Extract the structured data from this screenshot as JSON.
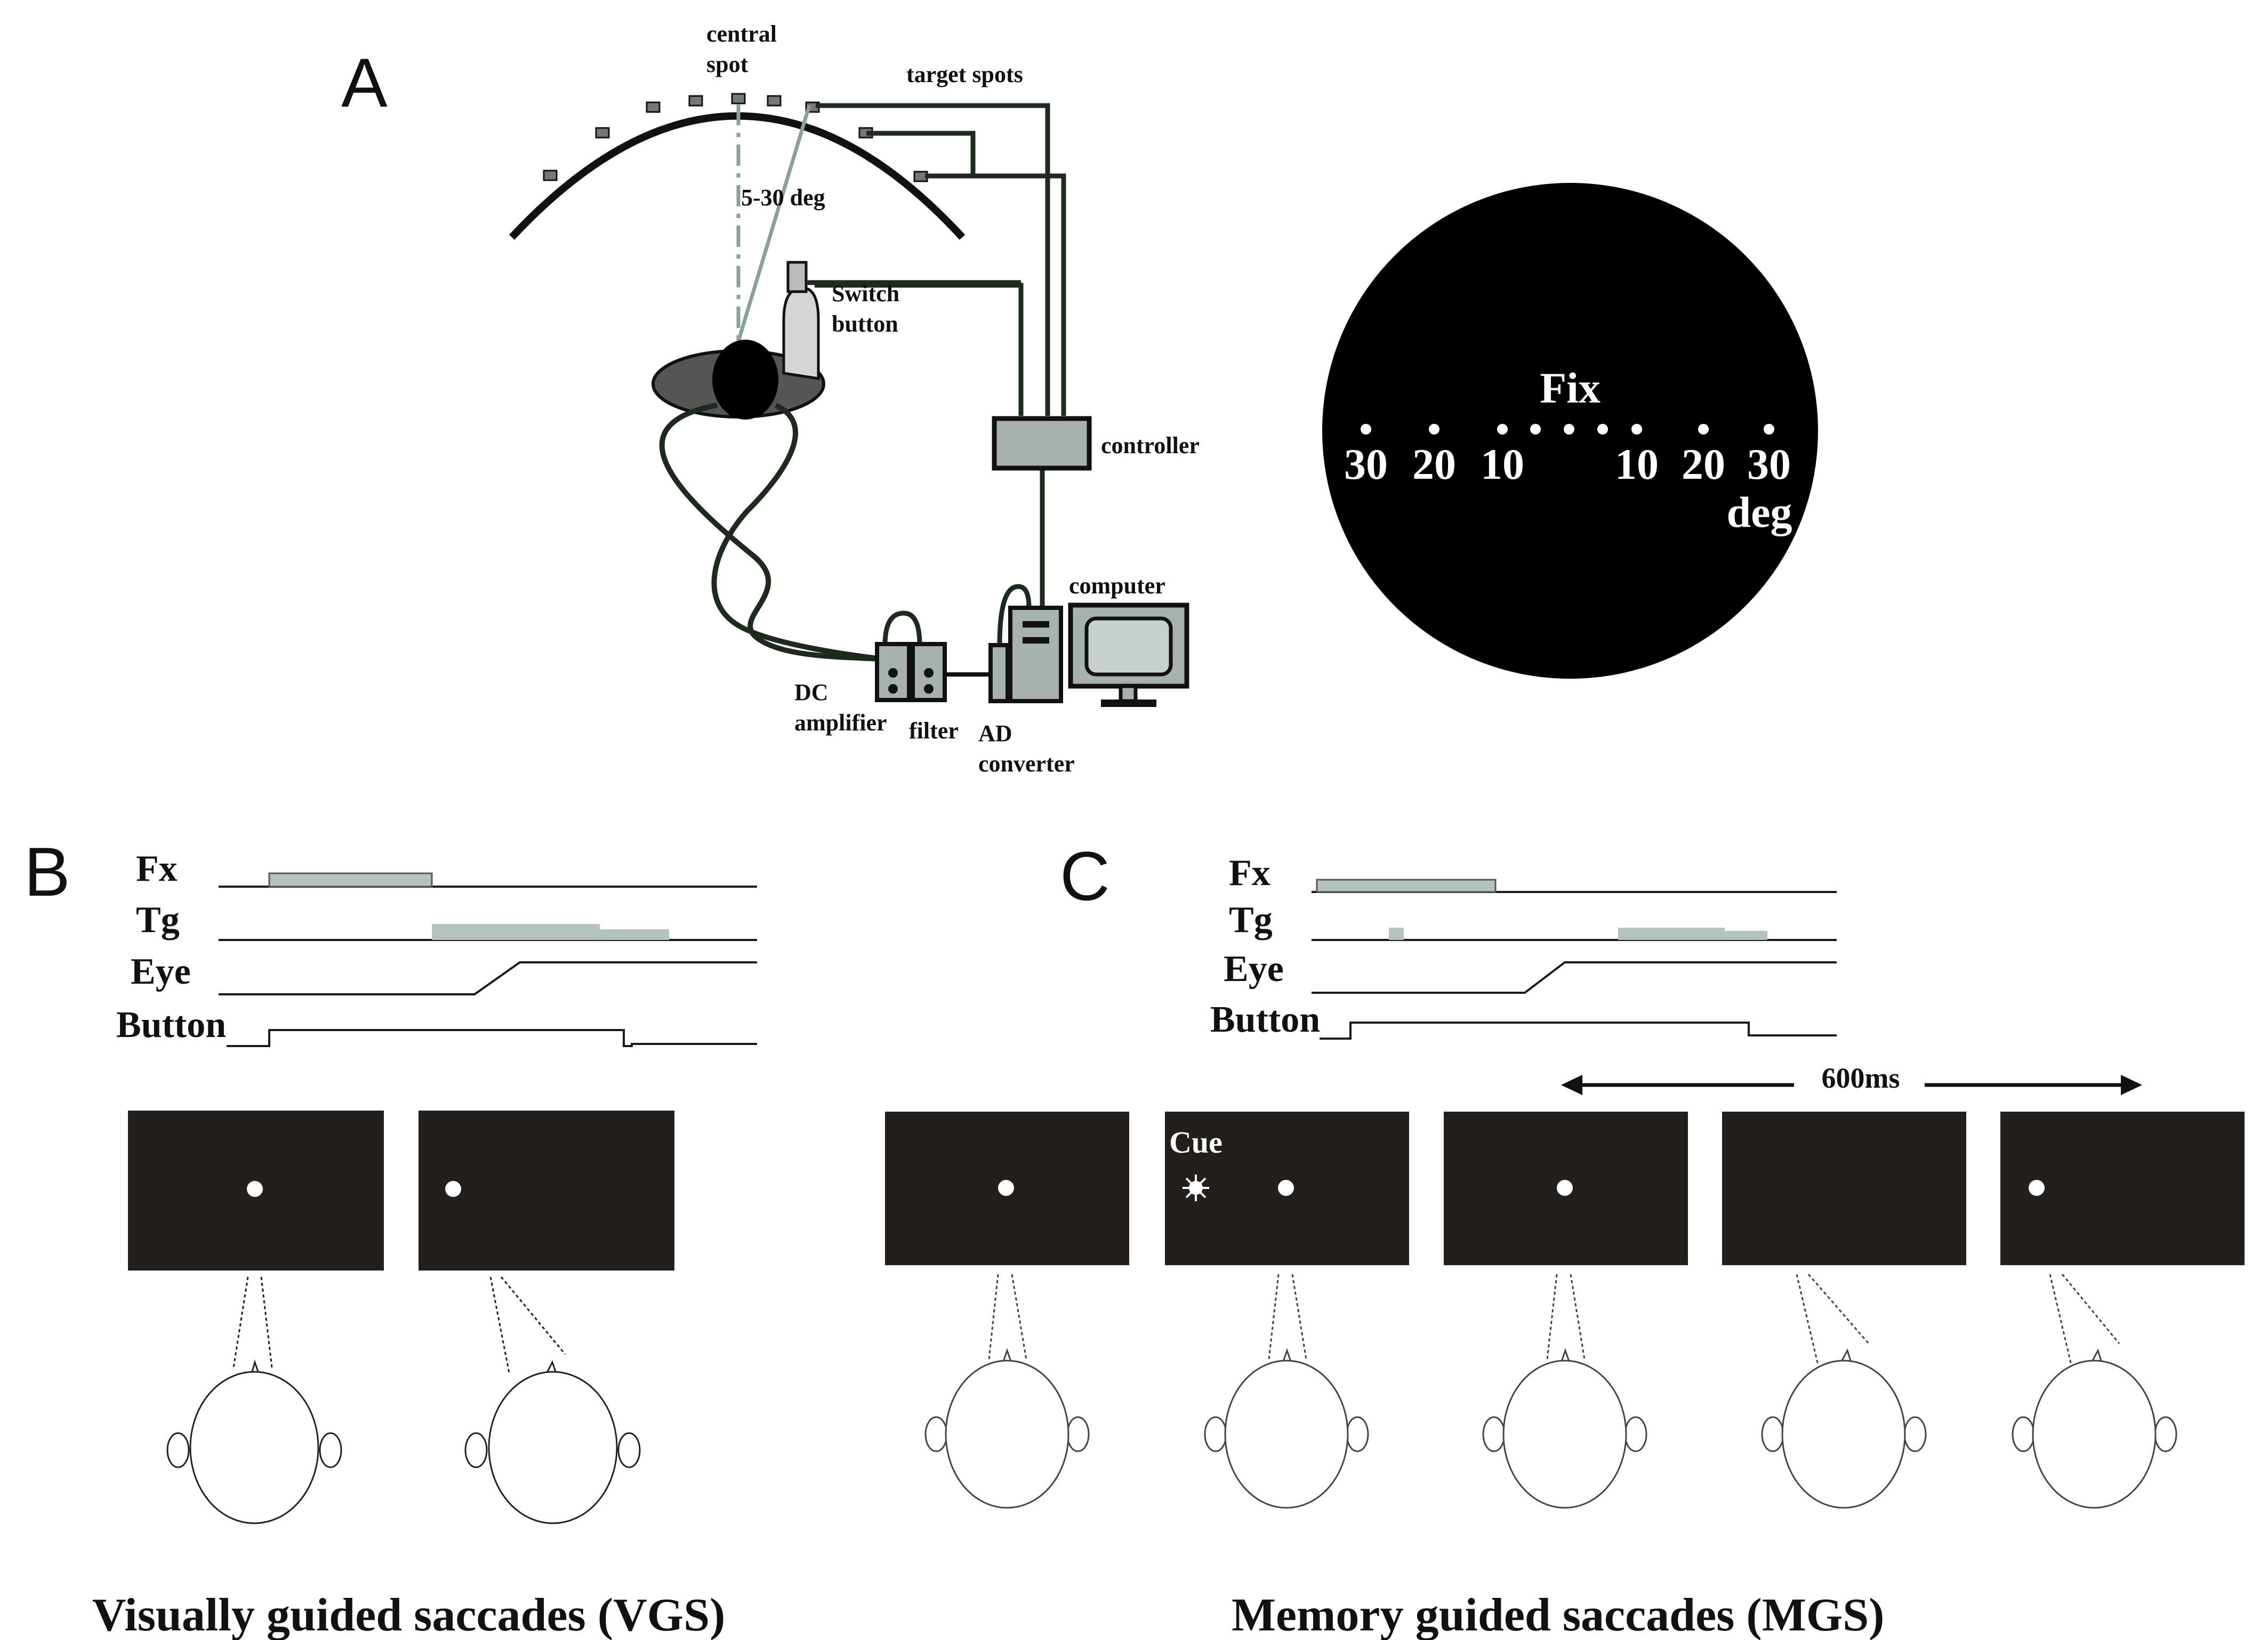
{
  "panels": {
    "a": "A",
    "b": "B",
    "c": "C"
  },
  "setup": {
    "central_spot": [
      "central",
      "spot"
    ],
    "target_spots": "target spots",
    "angle": "5-30 deg",
    "switch_button": [
      "Switch",
      "button"
    ],
    "controller": "controller",
    "computer": "computer",
    "dc_amplifier": [
      "DC",
      "amplifier"
    ],
    "filter": "filter",
    "ad_converter": [
      "AD",
      "converter"
    ]
  },
  "screen": {
    "fix": "Fix",
    "left_ticks": [
      "30",
      "20",
      "10"
    ],
    "right_ticks": [
      "10",
      "20",
      "30"
    ],
    "unit": "deg"
  },
  "timing": {
    "row_labels": [
      "Fx",
      "Tg",
      "Eye",
      "Button"
    ],
    "delay": "600ms",
    "cue": "Cue"
  },
  "captions": {
    "vgs": "Visually guided saccades (VGS)",
    "mgs": "Memory guided saccades (MGS)"
  },
  "colors": {
    "ink": "#1a1a1a",
    "wire": "#1e2a1e",
    "screen_bg": "#231f1c",
    "bar": "#b4c4bc",
    "box": "#a7b2ae"
  }
}
